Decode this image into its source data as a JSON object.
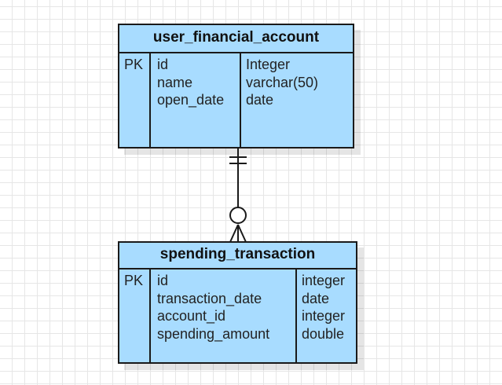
{
  "entities": [
    {
      "title": "user_financial_account",
      "key": "PK",
      "fields": [
        "id",
        "name",
        "open_date"
      ],
      "types": [
        "Integer",
        "varchar(50)",
        "date"
      ]
    },
    {
      "title": "spending_transaction",
      "key": "PK",
      "fields": [
        "id",
        "transaction_date",
        "account_id",
        "spending_amount"
      ],
      "types": [
        "integer",
        "date",
        "integer",
        "double"
      ]
    }
  ],
  "relationship": {
    "from_cardinality": "one-and-only-one",
    "to_cardinality": "zero-or-many"
  },
  "colors": {
    "entity_fill": "#a8dcff",
    "stroke": "#1a1a1a"
  }
}
